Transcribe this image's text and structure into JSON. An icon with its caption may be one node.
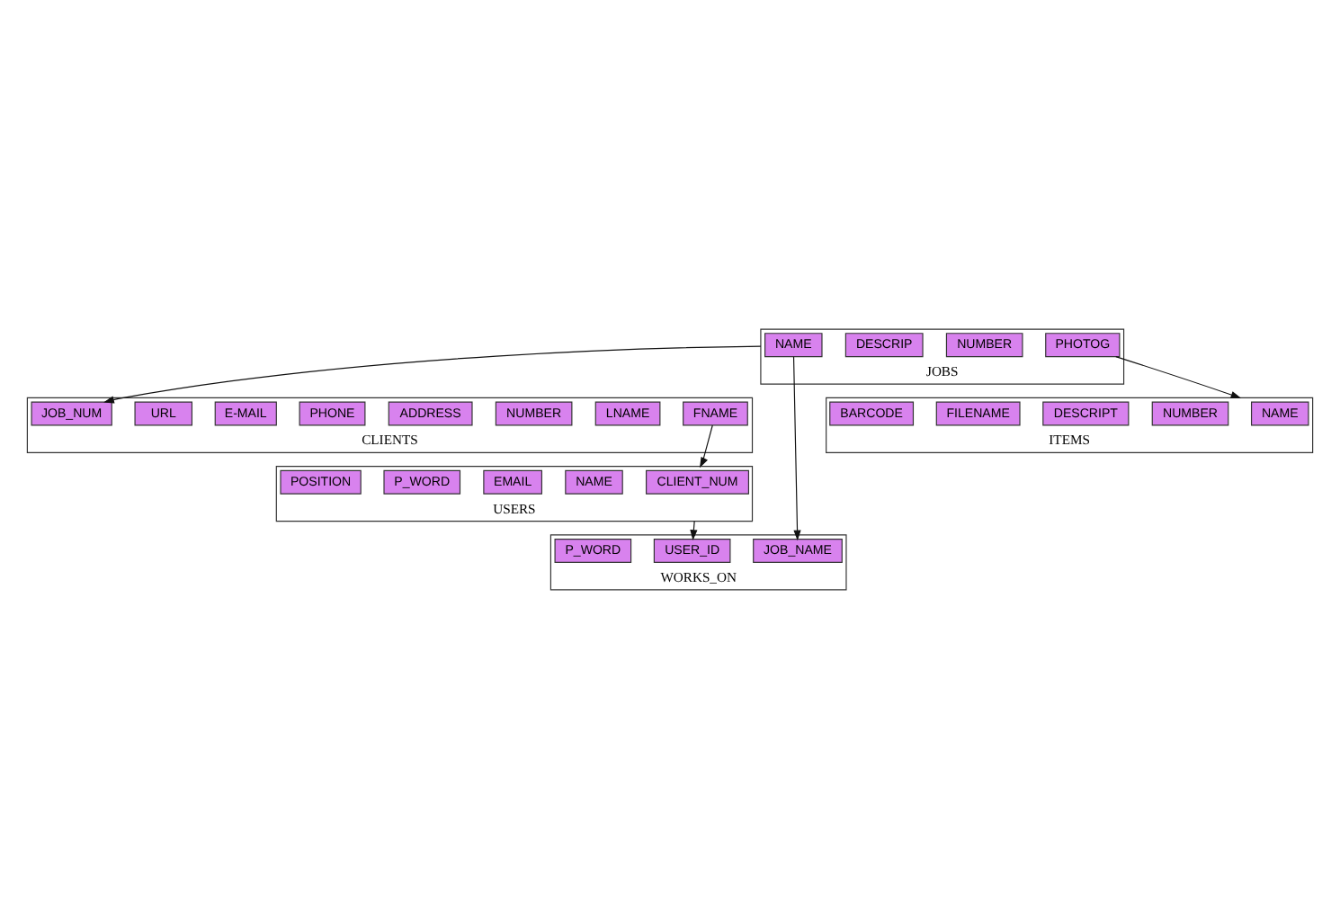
{
  "diagram": {
    "nodes": [
      {
        "text": [
          "CLIENTS"
        ]
      },
      {
        "text": [
          "FNAME"
        ],
        "in": 0
      },
      {
        "text": [
          "LNAME"
        ],
        "in": 0
      },
      {
        "text": [
          "NUMBER"
        ],
        "in": 0
      },
      {
        "text": [
          "ADDRESS"
        ],
        "in": 0
      },
      {
        "text": [
          "PHONE"
        ],
        "in": 0
      },
      {
        "text": [
          "E-MAIL"
        ],
        "in": 0
      },
      {
        "text": [
          "URL"
        ],
        "in": 0
      },
      {
        "text": [
          "JOB_NUM"
        ],
        "in": 0
      },
      {
        "text": [
          "WORKS_ON"
        ]
      },
      {
        "text": [
          "USER_ID"
        ],
        "in": 9
      },
      {
        "text": [
          "JOB_NAME"
        ],
        "in": 9
      },
      {
        "text": [
          "P_WORD"
        ],
        "in": 9
      },
      {
        "text": [
          "JOBS"
        ]
      },
      {
        "text": [
          "NAME"
        ],
        "in": 13
      },
      {
        "text": [
          "NUMBER"
        ],
        "in": 13
      },
      {
        "text": [
          "DESCRIP"
        ],
        "in": 13
      },
      {
        "text": [
          "PHOTOG"
        ],
        "in": 13
      },
      {
        "text": [
          "ITEMS"
        ]
      },
      {
        "text": [
          "NAME"
        ],
        "in": 18
      },
      {
        "text": [
          "NUMBER"
        ],
        "in": 18
      },
      {
        "text": [
          "DESCRIPT"
        ],
        "in": 18
      },
      {
        "text": [
          "FILENAME"
        ],
        "in": 18
      },
      {
        "text": [
          "BARCODE"
        ],
        "in": 18
      },
      {
        "text": [
          "USERS"
        ]
      },
      {
        "text": [
          "CLIENT_NUM"
        ],
        "in": 24
      },
      {
        "text": [
          "NAME"
        ],
        "in": 24
      },
      {
        "text": [
          "EMAIL"
        ],
        "in": 24
      },
      {
        "text": [
          "P_WORD"
        ],
        "in": 24
      },
      {
        "text": [
          "POSITION"
        ],
        "in": 24
      }
    ],
    "edges": [
      {
        "from": 1,
        "to": 24,
        "arrow": "to"
      },
      {
        "from": 13,
        "to": 8,
        "arrow": "to"
      },
      {
        "from": 14,
        "to": 11,
        "arrow": "to"
      },
      {
        "from": 24,
        "to": 10,
        "arrow": "to"
      },
      {
        "from": 17,
        "to": 18,
        "arrow": "to"
      }
    ]
  }
}
